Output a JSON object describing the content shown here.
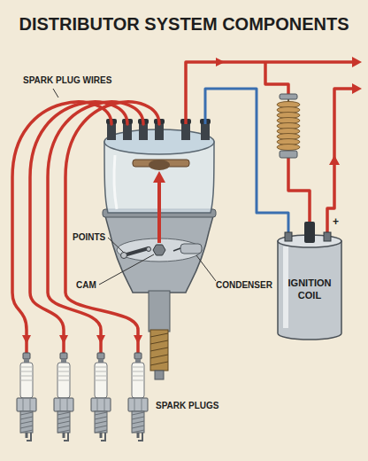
{
  "diagram": {
    "title": "DISTRIBUTOR SYSTEM COMPONENTS",
    "nodes": [
      {
        "text": [
          "IGNITION COIL"
        ]
      }
    ],
    "labels": [
      "SPARK PLUG WIRES",
      "POINTS",
      "CAM",
      "CONDENSER",
      "SPARK PLUGS",
      "+"
    ]
  }
}
